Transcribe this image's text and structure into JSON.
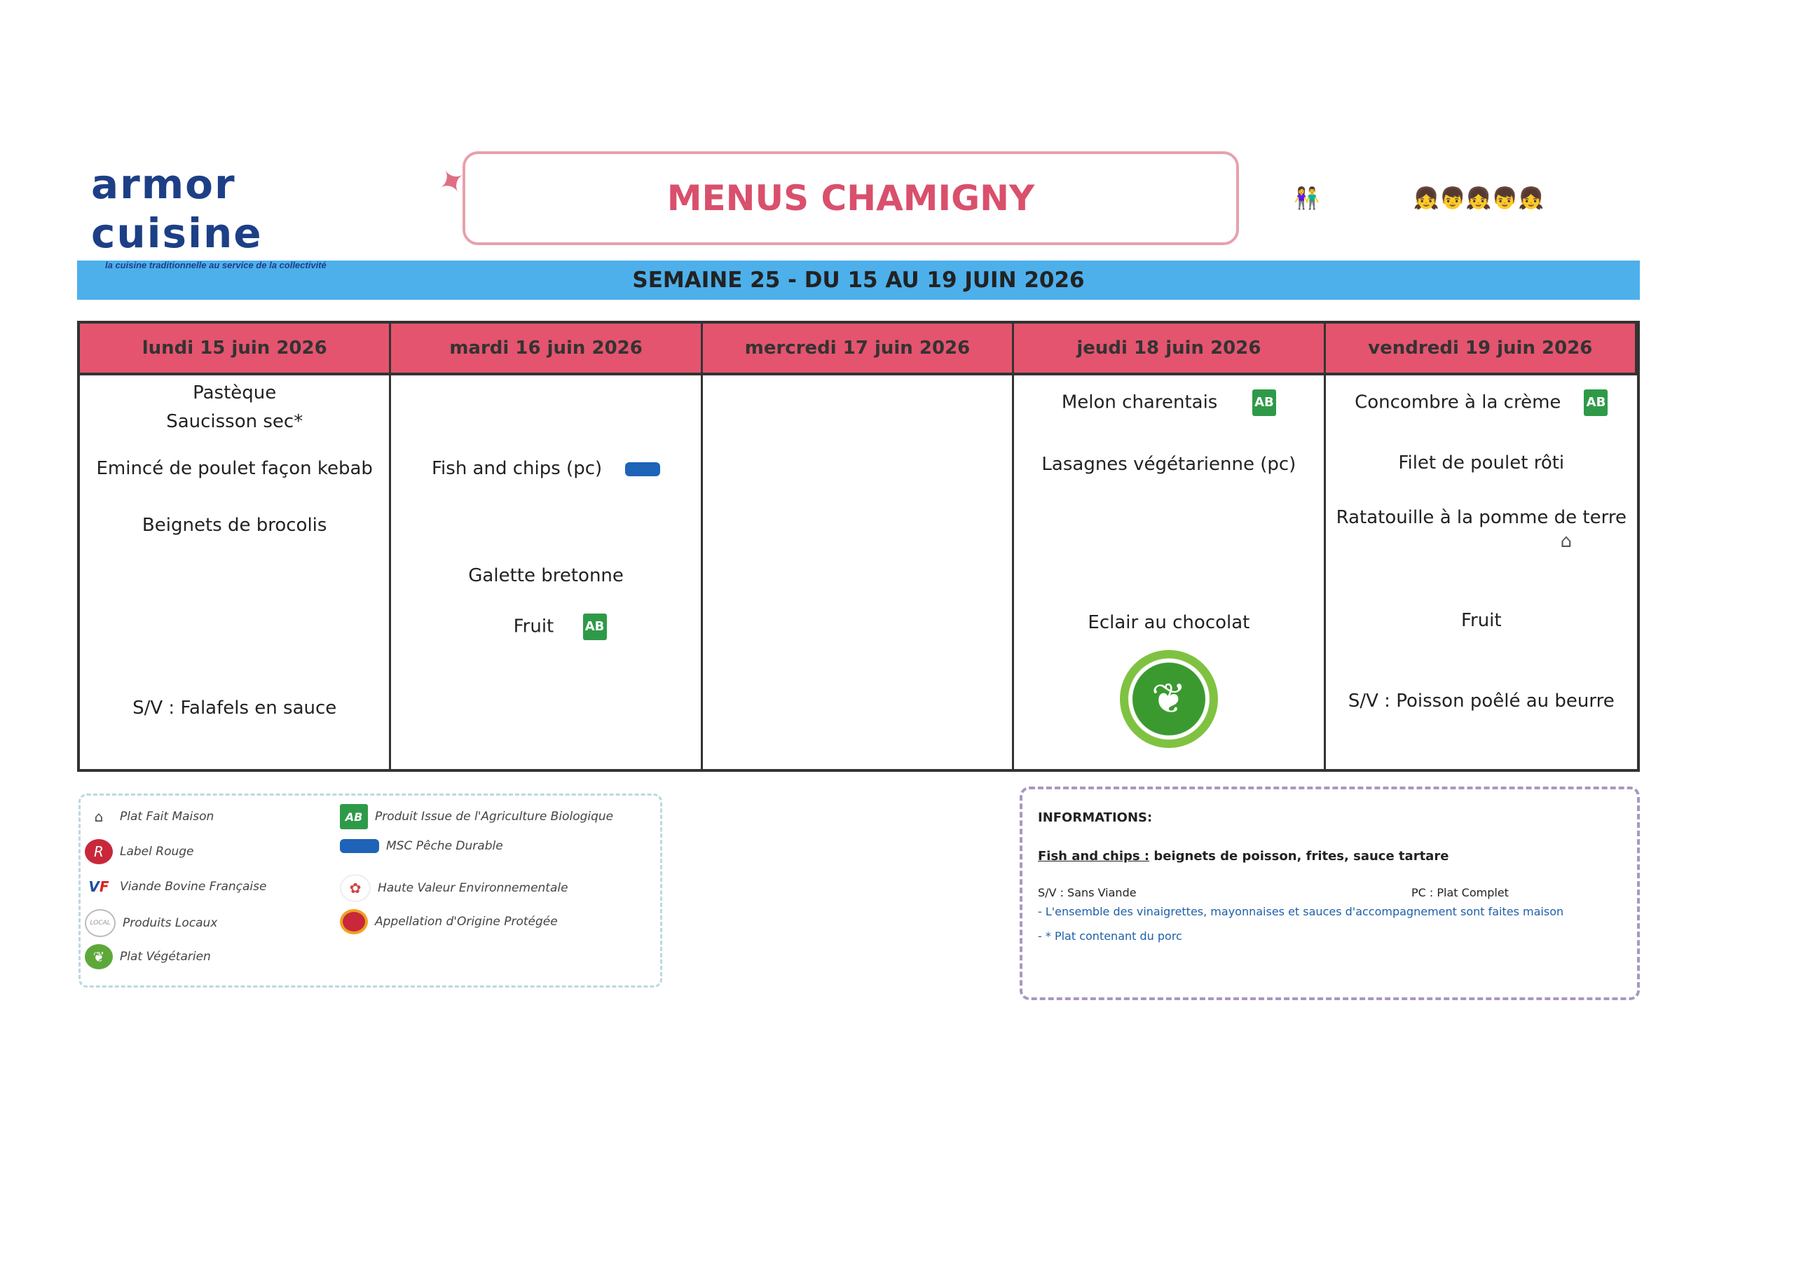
{
  "header": {
    "brand": "armor cuisine",
    "tagline": "la cuisine traditionnelle au service de la collectivité",
    "title": "MENUS CHAMIGNY"
  },
  "week": "SEMAINE 25 - DU 15 AU 19 JUIN 2026",
  "days": [
    {
      "label": "lundi 15 juin 2026",
      "items": [
        "Pastèque",
        "Saucisson sec*",
        "Emincé de poulet façon kebab",
        "Beignets de brocolis",
        "S/V : Falafels en sauce"
      ]
    },
    {
      "label": "mardi 16 juin 2026",
      "items": [
        "Fish and chips (pc)",
        "Galette bretonne",
        "Fruit"
      ]
    },
    {
      "label": "mercredi 17 juin 2026",
      "items": []
    },
    {
      "label": "jeudi 18 juin 2026",
      "items": [
        "Melon charentais",
        "Lasagnes végétarienne (pc)",
        "Eclair au chocolat"
      ]
    },
    {
      "label": "vendredi 19 juin 2026",
      "items": [
        "Concombre à la crème",
        "Filet de poulet rôti",
        "Ratatouille à la pomme de terre",
        "Fruit",
        "S/V : Poisson poêlé au beurre"
      ]
    }
  ],
  "legend": [
    {
      "icon": "house-icon",
      "label": "Plat Fait Maison"
    },
    {
      "icon": "label-rouge-icon",
      "label": "Label Rouge"
    },
    {
      "icon": "vbf-icon",
      "label": "Viande Bovine Française"
    },
    {
      "icon": "local-products-icon",
      "label": "Produits Locaux"
    },
    {
      "icon": "vegetarian-icon",
      "label": "Plat Végétarien"
    },
    {
      "icon": "ab-icon",
      "label": "Produit Issue de l'Agriculture Biologique"
    },
    {
      "icon": "msc-icon",
      "label": "MSC Pêche Durable"
    },
    {
      "icon": "hve-icon",
      "label": "Haute Valeur Environnementale"
    },
    {
      "icon": "aop-icon",
      "label": "Appellation d'Origine Protégée"
    }
  ],
  "ab_text": "AB",
  "info": {
    "title": "INFORMATIONS:",
    "fish_term": "Fish and chips :",
    "fish_desc": " beignets de poisson, frites, sauce tartare",
    "sv": "S/V : Sans Viande",
    "pc": "PC : Plat Complet",
    "note1": "- L'ensemble des vinaigrettes, mayonnaises et sauces d'accompagnement sont faites maison",
    "note2_prefix": "- *",
    "note2": "Plat contenant du porc"
  }
}
